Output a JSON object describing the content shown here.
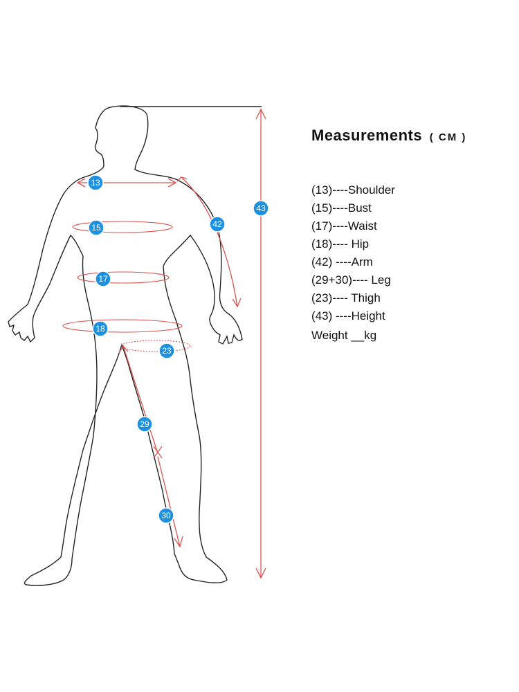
{
  "heading": {
    "title": "Measurements",
    "unit": "( CM )"
  },
  "measurements": [
    {
      "label": "(13)----Shoulder"
    },
    {
      "label": "(15)----Bust"
    },
    {
      "label": "(17)----Waist"
    },
    {
      "label": "(18)---- Hip"
    },
    {
      "label": "(42) ----Arm"
    },
    {
      "label": "(29+30)---- Leg"
    },
    {
      "label": "(23)---- Thigh"
    },
    {
      "label": "(43) ----Height"
    }
  ],
  "weight_label": "Weight __kg",
  "badges": {
    "shoulder": "13",
    "bust": "15",
    "waist": "17",
    "hip": "18",
    "thigh": "23",
    "leg_upper": "29",
    "leg_lower": "30",
    "arm": "42",
    "height": "43"
  },
  "colors": {
    "arrow": "#d9534f",
    "badge": "#1e90e0",
    "outline": "#222222"
  }
}
